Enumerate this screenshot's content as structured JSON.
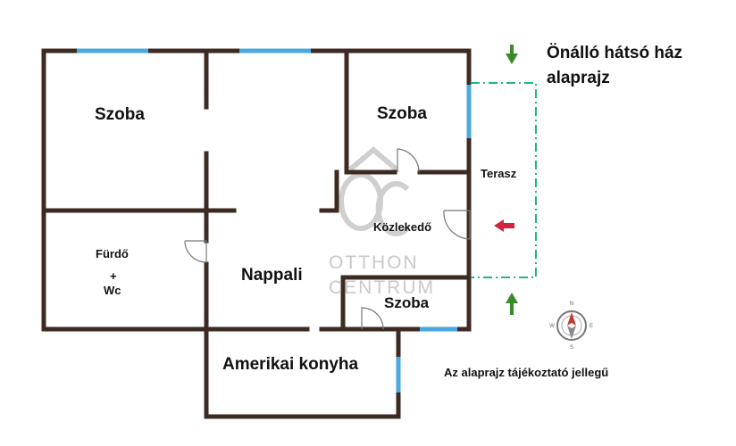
{
  "header": {
    "title_line1": "Önálló hátsó ház",
    "title_line2": "alaprajz"
  },
  "rooms": {
    "szoba_left": "Szoba",
    "szoba_topright": "Szoba",
    "szoba_small": "Szoba",
    "terasz": "Terasz",
    "kozlekedo": "Közlekedő",
    "furdo": "Fürdő",
    "furdo_plus": "+",
    "furdo_wc": "Wc",
    "nappali": "Nappali",
    "konyha": "Amerikai konyha"
  },
  "note": "Az alaprajz tájékoztató jellegű",
  "watermark": {
    "logo": "OC",
    "line1": "OTTHON",
    "line2": "CENTRUM"
  },
  "compass": {
    "n": "N",
    "e": "E",
    "s": "S",
    "w": "W"
  },
  "colors": {
    "wall": "#3d2b23",
    "window": "#4aa8e0",
    "terrace_outline": "#1db88a",
    "arrow_green": "#3a8a2a",
    "arrow_red": "#d1243f",
    "compass_needle": "#c0392b"
  },
  "icons": [
    "arrow-down-icon",
    "arrow-up-icon",
    "arrow-left-icon",
    "compass-icon"
  ]
}
